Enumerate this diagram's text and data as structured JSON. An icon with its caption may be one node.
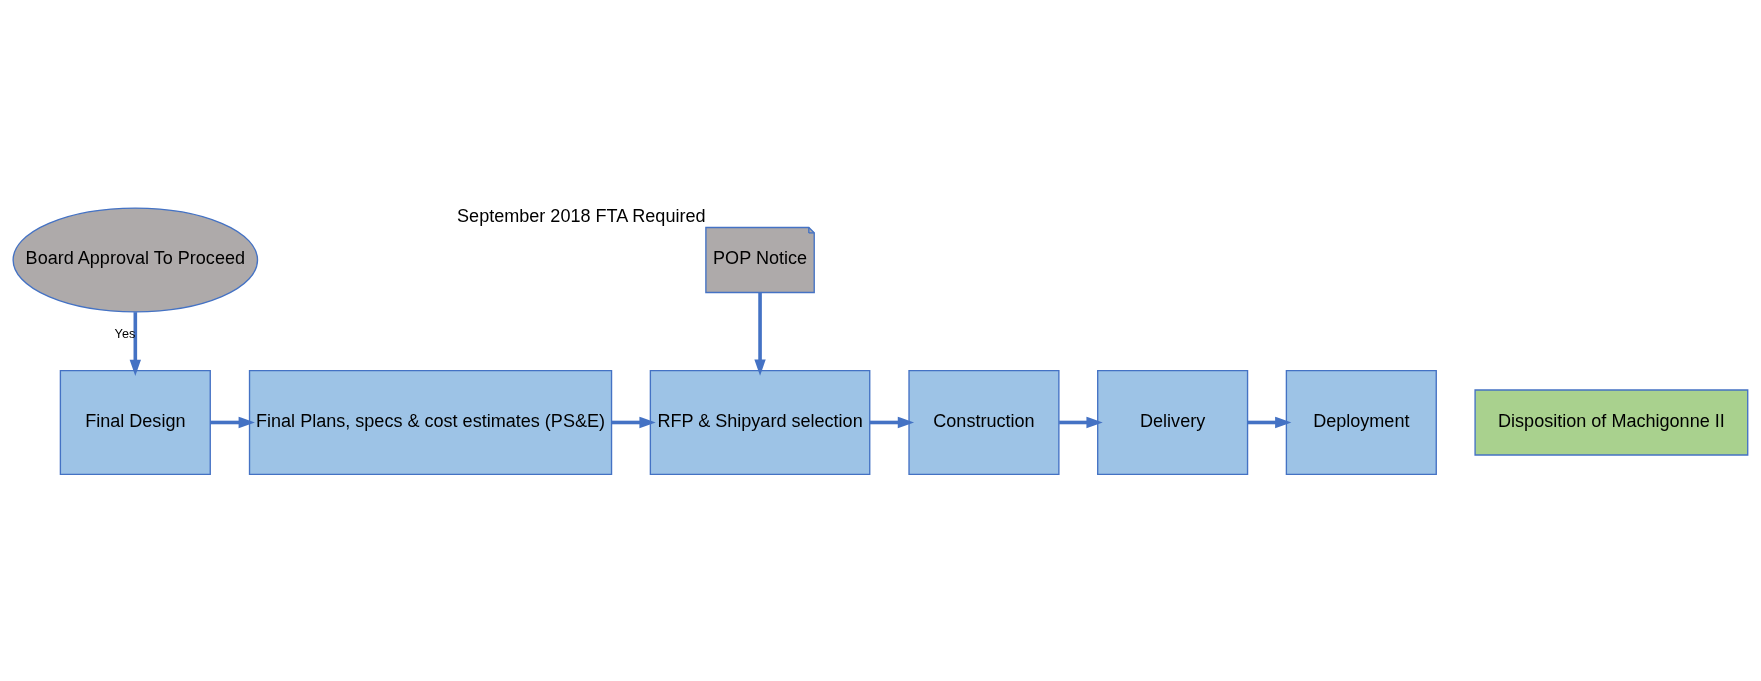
{
  "diagram": {
    "nodes": [
      {
        "text": [
          "Board Approval To Proceed"
        ]
      },
      {
        "text": [
          "POP Notice"
        ],
        "beside": [
          "September 2018 FTA Required"
        ]
      },
      {
        "text": [
          "Final Design"
        ]
      },
      {
        "text": [
          "Final Plans, specs & cost estimates (PS&E)"
        ]
      },
      {
        "text": [
          "RFP & Shipyard selection"
        ]
      },
      {
        "text": [
          "Construction"
        ]
      },
      {
        "text": [
          "Delivery"
        ]
      },
      {
        "text": [
          "Deployment"
        ]
      },
      {
        "text": [
          "Disposition of Machigonne II"
        ]
      }
    ],
    "edges": [
      {
        "from": 0,
        "to": 2,
        "arrow": "to",
        "label": "Yes"
      },
      {
        "from": 1,
        "to": 4,
        "arrow": "to"
      },
      {
        "from": 2,
        "to": 3,
        "arrow": "to"
      },
      {
        "from": 3,
        "to": 4,
        "arrow": "to"
      },
      {
        "from": 4,
        "to": 5,
        "arrow": "to"
      },
      {
        "from": 5,
        "to": 6,
        "arrow": "to"
      },
      {
        "from": 6,
        "to": 7,
        "arrow": "to"
      }
    ]
  }
}
